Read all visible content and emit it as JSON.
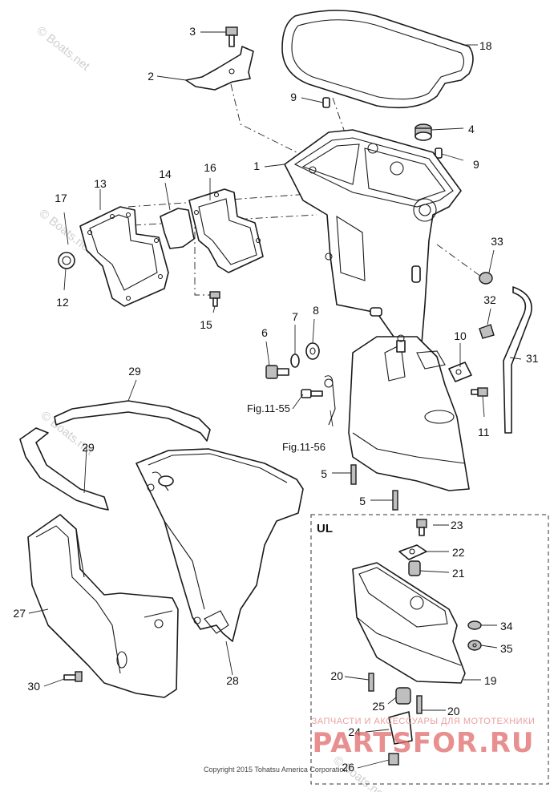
{
  "labels": [
    "1",
    "2",
    "3",
    "4",
    "5",
    "5",
    "6",
    "7",
    "8",
    "9",
    "9",
    "10",
    "11",
    "12",
    "13",
    "14",
    "15",
    "16",
    "17",
    "18",
    "19",
    "20",
    "20",
    "21",
    "22",
    "23",
    "24",
    "25",
    "26",
    "27",
    "28",
    "29",
    "29",
    "30",
    "31",
    "32",
    "33",
    "34",
    "35"
  ],
  "refs": [
    "Fig.11-55",
    "Fig.11-56"
  ],
  "ul_box_label": "UL",
  "watermark": "© Boats.net",
  "copyright": "Copyright 2015 Tohatsu America Corporation",
  "partsfor": {
    "tagline": "ЗАПЧАСТИ И АКСЕССУАРЫ ДЛЯ МОТОТЕХНИКИ",
    "logo": "PARTSFOR.RU"
  },
  "colors": {
    "line": "#1a1a1a",
    "watermark": "#cfcfcf",
    "logo": "#e06a6a"
  }
}
